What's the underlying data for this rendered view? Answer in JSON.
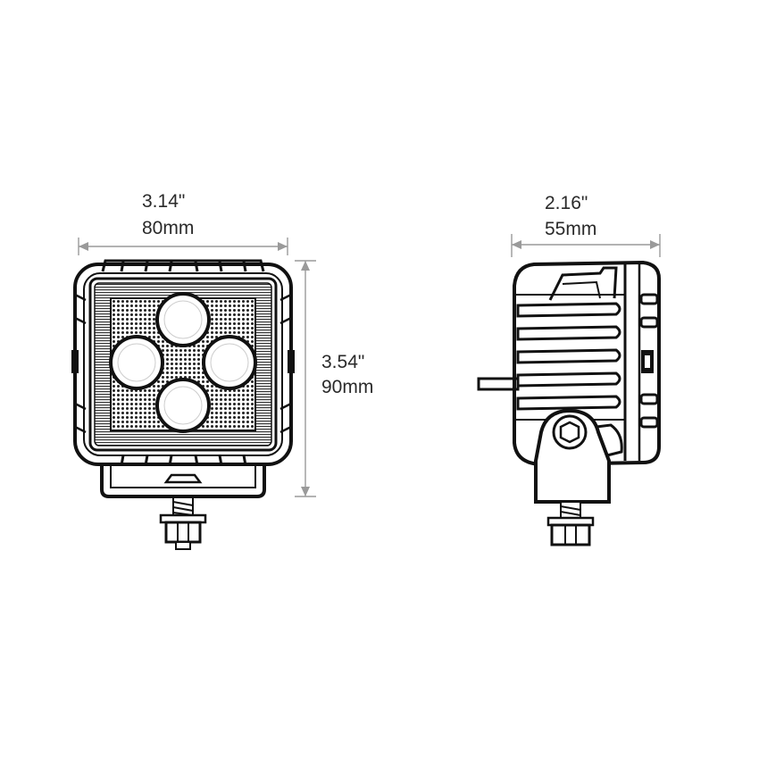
{
  "front_view": {
    "width_imperial": "3.14\"",
    "width_metric": "80mm",
    "height_imperial": "3.54\"",
    "height_metric": "90mm"
  },
  "side_view": {
    "depth_imperial": "2.16\"",
    "depth_metric": "55mm"
  },
  "colors": {
    "ink": "#111111",
    "dimension_line": "#9a9a9a",
    "text": "#2a2a2a"
  }
}
